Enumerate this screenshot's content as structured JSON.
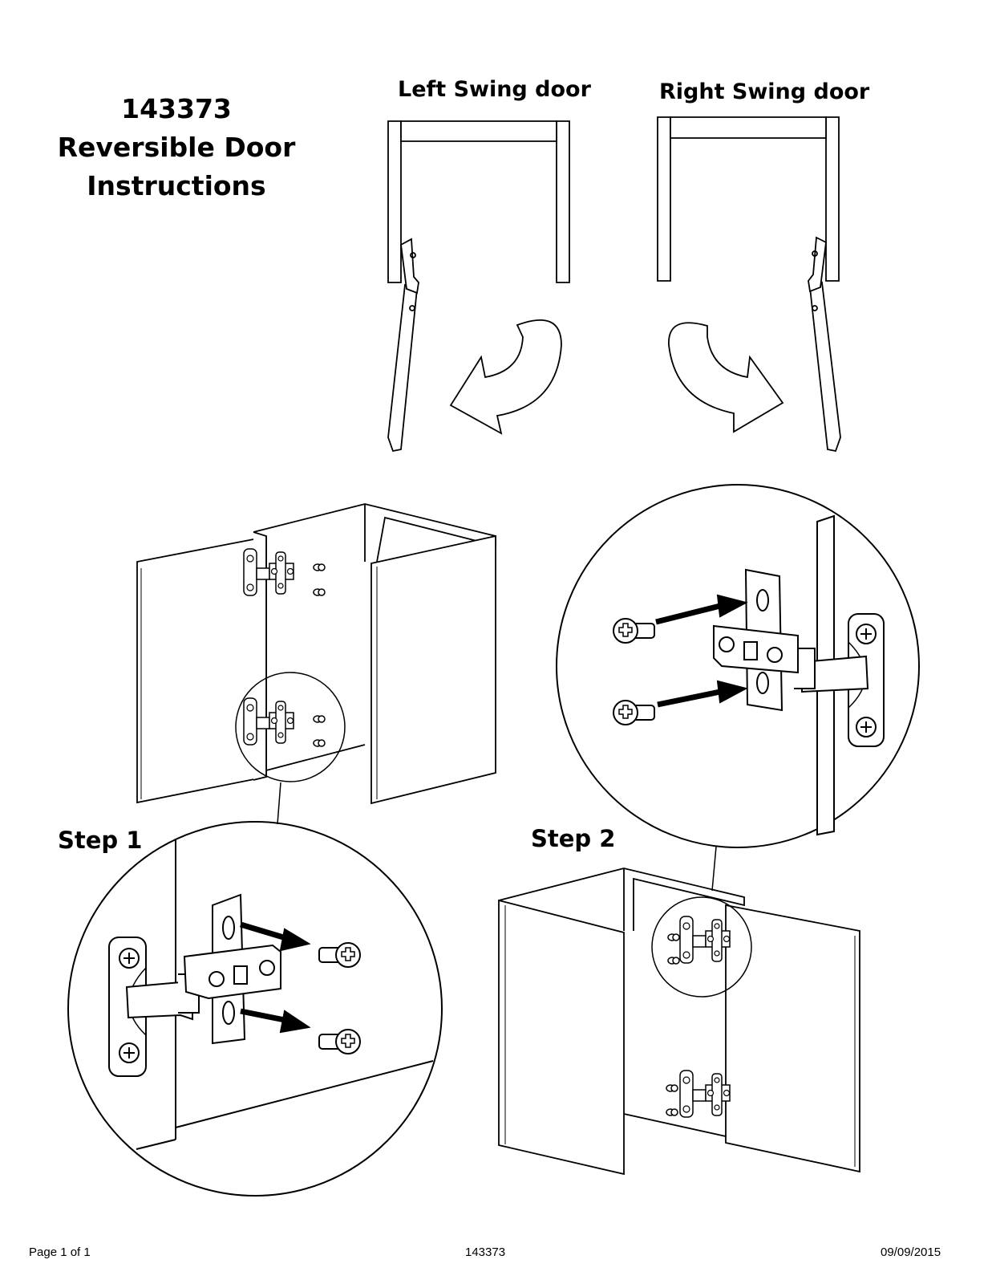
{
  "title": {
    "line1": "143373",
    "line2": "Reversible Door",
    "line3": "Instructions"
  },
  "swing": {
    "left_label": "Left Swing door",
    "right_label": "Right Swing door"
  },
  "steps": {
    "step1": "Step 1",
    "step2": "Step 2"
  },
  "footer": {
    "page": "Page 1 of 1",
    "doc": "143373",
    "date": "09/09/2015"
  },
  "icons": [
    "curved-arrow-left-icon",
    "curved-arrow-right-icon",
    "hinge-icon",
    "screw-icon",
    "direction-arrow-icon"
  ]
}
